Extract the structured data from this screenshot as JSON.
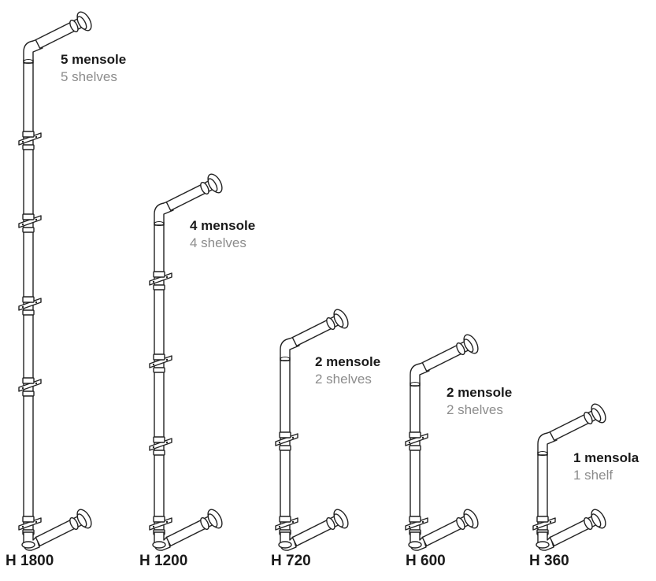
{
  "units": [
    {
      "id": "h1800",
      "height_label": "H 1800",
      "it": "5 mensole",
      "en": "5 shelves",
      "brackets": 5
    },
    {
      "id": "h1200",
      "height_label": "H 1200",
      "it": "4 mensole",
      "en": "4 shelves",
      "brackets": 4
    },
    {
      "id": "h720",
      "height_label": "H 720",
      "it": "2 mensole",
      "en": "2 shelves",
      "brackets": 2
    },
    {
      "id": "h600",
      "height_label": "H 600",
      "it": "2 mensole",
      "en": "2 shelves",
      "brackets": 2
    },
    {
      "id": "h360",
      "height_label": "H 360",
      "it": "1 mensola",
      "en": "1 shelf",
      "brackets": 1
    }
  ]
}
